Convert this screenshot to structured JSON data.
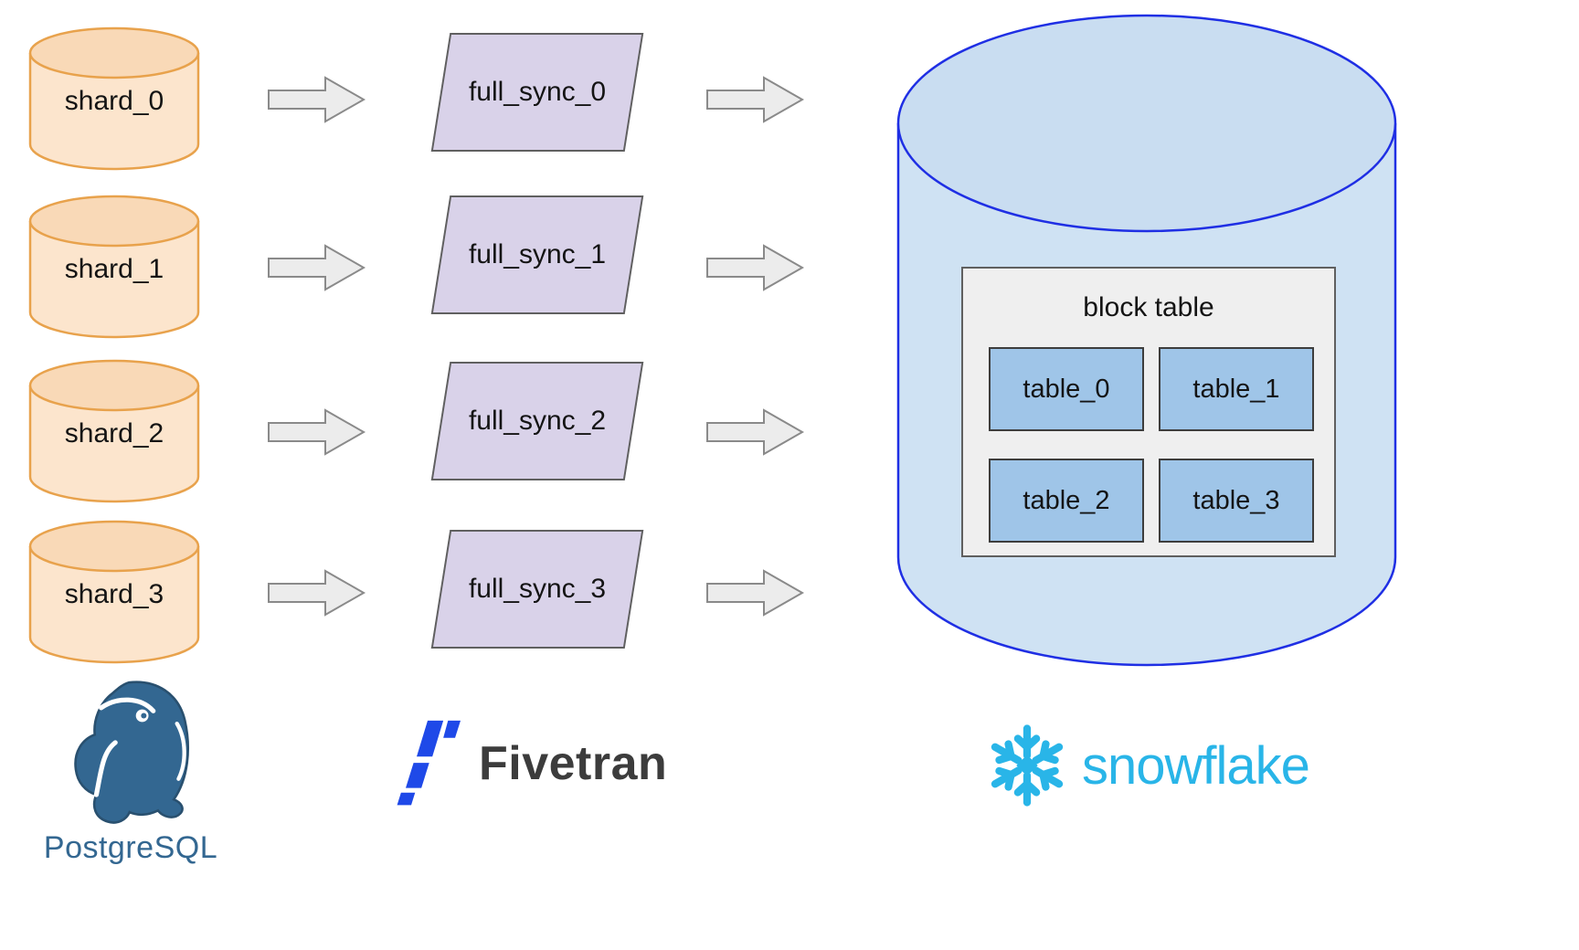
{
  "shards": [
    {
      "label": "shard_0"
    },
    {
      "label": "shard_1"
    },
    {
      "label": "shard_2"
    },
    {
      "label": "shard_3"
    }
  ],
  "syncs": [
    {
      "label": "full_sync_0"
    },
    {
      "label": "full_sync_1"
    },
    {
      "label": "full_sync_2"
    },
    {
      "label": "full_sync_3"
    }
  ],
  "warehouse": {
    "block_table_title": "block table",
    "tables": [
      {
        "label": "table_0"
      },
      {
        "label": "table_1"
      },
      {
        "label": "table_2"
      },
      {
        "label": "table_3"
      }
    ]
  },
  "logos": {
    "postgresql_label": "PostgreSQL",
    "fivetran_label": "Fivetran",
    "snowflake_label": "snowflake"
  },
  "colors": {
    "shard_fill": "#fce5cd",
    "shard_top_fill": "#f9d9b7",
    "shard_stroke": "#e8a24c",
    "sync_fill": "#d9d2e9",
    "sync_stroke": "#606060",
    "arrow_fill": "#ececec",
    "arrow_stroke": "#8a8a8a",
    "warehouse_fill": "#cfe2f3",
    "warehouse_top_fill": "#c9ddf1",
    "warehouse_stroke": "#1f2fe4",
    "block_table_fill": "#efefef",
    "table_cell_fill": "#9fc5e8",
    "postgresql_blue": "#336791",
    "fivetran_blue": "#1f49e8",
    "snowflake_blue": "#29b5e8"
  }
}
